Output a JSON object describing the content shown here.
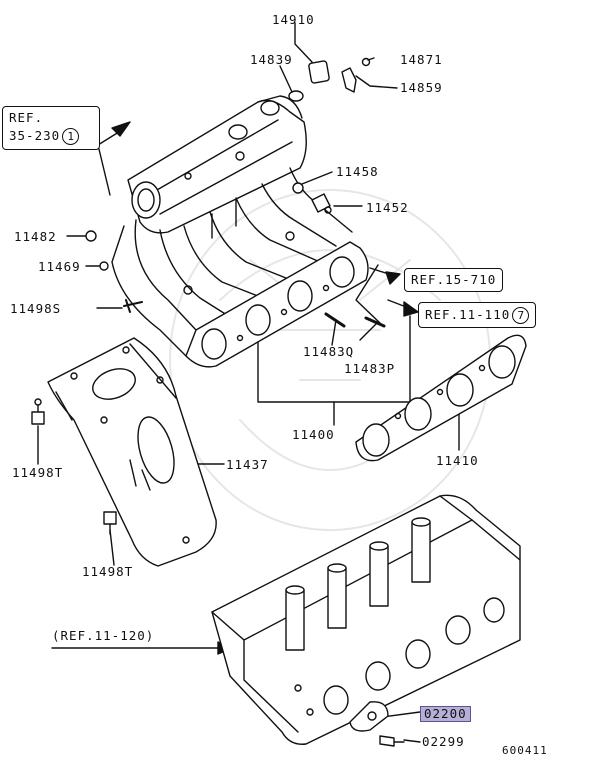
{
  "labels": {
    "p14910": "14910",
    "p14839": "14839",
    "p14871": "14871",
    "p14859": "14859",
    "p11458": "11458",
    "p11452": "11452",
    "p11482": "11482",
    "p11469": "11469",
    "p11498s": "11498S",
    "p11483q": "11483Q",
    "p11483p": "11483P",
    "p11400": "11400",
    "p11410": "11410",
    "p11437": "11437",
    "p11498t_a": "11498T",
    "p11498t_b": "11498T",
    "p02200": "02200",
    "p02299": "02299"
  },
  "refs": {
    "ref35_line1": "REF.",
    "ref35_line2": "35-230",
    "ref35_circle": "1",
    "ref15": "REF.15-710",
    "ref11_110": "REF.11-110",
    "ref11_110_circle": "7",
    "ref11_120": "(REF.11-120)"
  },
  "highlight_color": "#b6b0d9",
  "diagram_code": "600411"
}
